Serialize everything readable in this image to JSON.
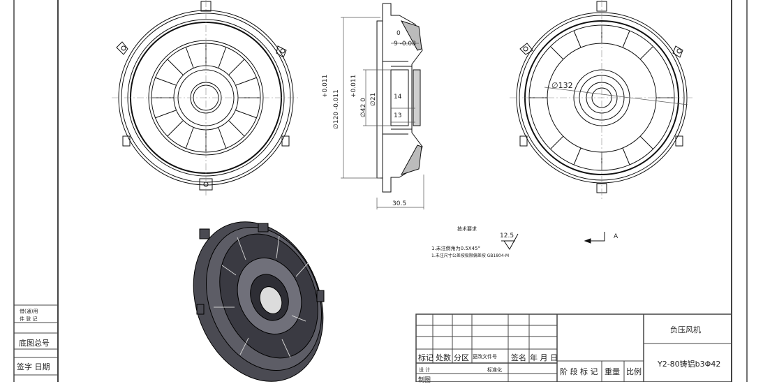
{
  "left_strip": {
    "row1_line1": "借(通)用",
    "row1_line2": "件 登 记",
    "row2": "底图总号",
    "row3": "签字 日期"
  },
  "side_view": {
    "dim_0": "0",
    "dim_9_tol": "9 -0.08",
    "dim_14": "14",
    "dim_13": "13",
    "dim_30_5": "30.5",
    "dim_120": "∅120 -0.011",
    "dim_120_upper": "+0.011",
    "dim_42": "∅42 0",
    "dim_42_upper": "+0.011",
    "dim_21": "∅21"
  },
  "rear_view": {
    "dim_132": "∅132"
  },
  "tech_notes": {
    "title": "技术要求",
    "roughness": "12.5",
    "note1": "1.未注倒角为0.5X45°",
    "note2": "1.未注尺寸公差按极限偏差按 GB1804-M",
    "section_label": "A"
  },
  "title_block": {
    "headers": [
      "标记",
      "处数",
      "分区",
      "更改文件号",
      "签名",
      "年 月 日"
    ],
    "row_design": "设 计",
    "row_draw": "制图",
    "standard": "标准化",
    "stage": "阶 段 标 记",
    "weight": "重量",
    "scale": "比例",
    "drawing_title": "负压风机",
    "material": "Y2-80铸铝b3Φ42"
  }
}
